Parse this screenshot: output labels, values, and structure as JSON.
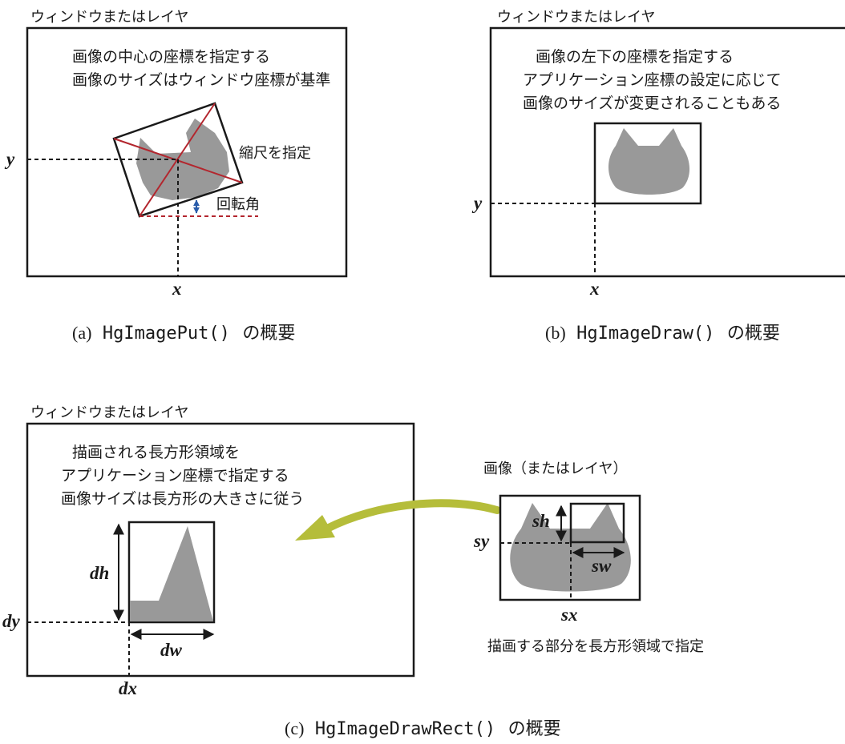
{
  "panel_a": {
    "window_label": "ウィンドウまたはレイヤ",
    "note_line1": "画像の中心の座標を指定する",
    "note_line2": "画像のサイズはウィンドウ座標が基準",
    "scale_label": "縮尺を指定",
    "rotation_label": "回転角",
    "x_label": "x",
    "y_label": "y",
    "caption_prefix": "(a)",
    "caption_func": "HgImagePut()",
    "caption_suffix": "の概要"
  },
  "panel_b": {
    "window_label": "ウィンドウまたはレイヤ",
    "note_line1": "画像の左下の座標を指定する",
    "note_line2": "アプリケーション座標の設定に応じて",
    "note_line3": "画像のサイズが変更されることもある",
    "x_label": "x",
    "y_label": "y",
    "caption_prefix": "(b)",
    "caption_func": "HgImageDraw()",
    "caption_suffix": "の概要"
  },
  "panel_c": {
    "window_label": "ウィンドウまたはレイヤ",
    "note_line1": "描画される長方形領域を",
    "note_line2": "アプリケーション座標で指定する",
    "note_line3": "画像サイズは長方形の大きさに従う",
    "source_label": "画像（またはレイヤ）",
    "source_note": "描画する部分を長方形領域で指定",
    "dh_label": "dh",
    "dw_label": "dw",
    "dx_label": "dx",
    "dy_label": "dy",
    "sh_label": "sh",
    "sw_label": "sw",
    "sx_label": "sx",
    "sy_label": "sy",
    "caption_prefix": "(c)",
    "caption_func": "HgImageDrawRect()",
    "caption_suffix": "の概要"
  },
  "colors": {
    "frame": "#1a1a1a",
    "shape": "#999999",
    "diagonal": "#b3262e",
    "rotation_arrow": "#2a5caa",
    "transfer_arrow": "#b5bd3a"
  }
}
